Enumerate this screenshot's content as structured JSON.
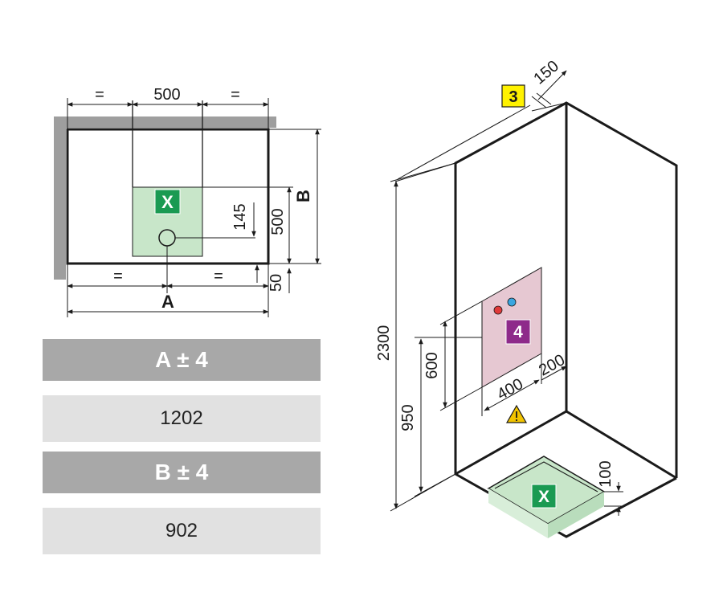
{
  "plan": {
    "dim_equal_symbol": "=",
    "dim_top_middle": "500",
    "dim_right_500": "500",
    "dim_145": "145",
    "dim_50": "50",
    "label_a": "A",
    "label_b": "B",
    "drain_marker": "X"
  },
  "table": {
    "a_header": "A ± 4",
    "a_value": "1202",
    "b_header": "B ± 4",
    "b_value": "902"
  },
  "iso": {
    "marker_3": "3",
    "marker_4": "4",
    "drain_marker": "X",
    "dim_150": "150",
    "dim_2300": "2300",
    "dim_950": "950",
    "dim_600": "600",
    "dim_400": "400",
    "dim_200": "200",
    "dim_100": "100"
  },
  "colors": {
    "drain_area": "#c8e6c9",
    "drain_badge": "#1a9a52",
    "panel_area": "#e6c8d2",
    "panel_badge": "#8e2a8a",
    "marker_3_bg": "#fff200",
    "valve_red": "#e03a3a",
    "valve_blue": "#3aa6e0",
    "warning": "#f2c400",
    "wall": "#9e9e9e"
  },
  "icons": [
    "warning-icon",
    "hot-valve-icon",
    "cold-valve-icon",
    "drain-circle-icon"
  ]
}
